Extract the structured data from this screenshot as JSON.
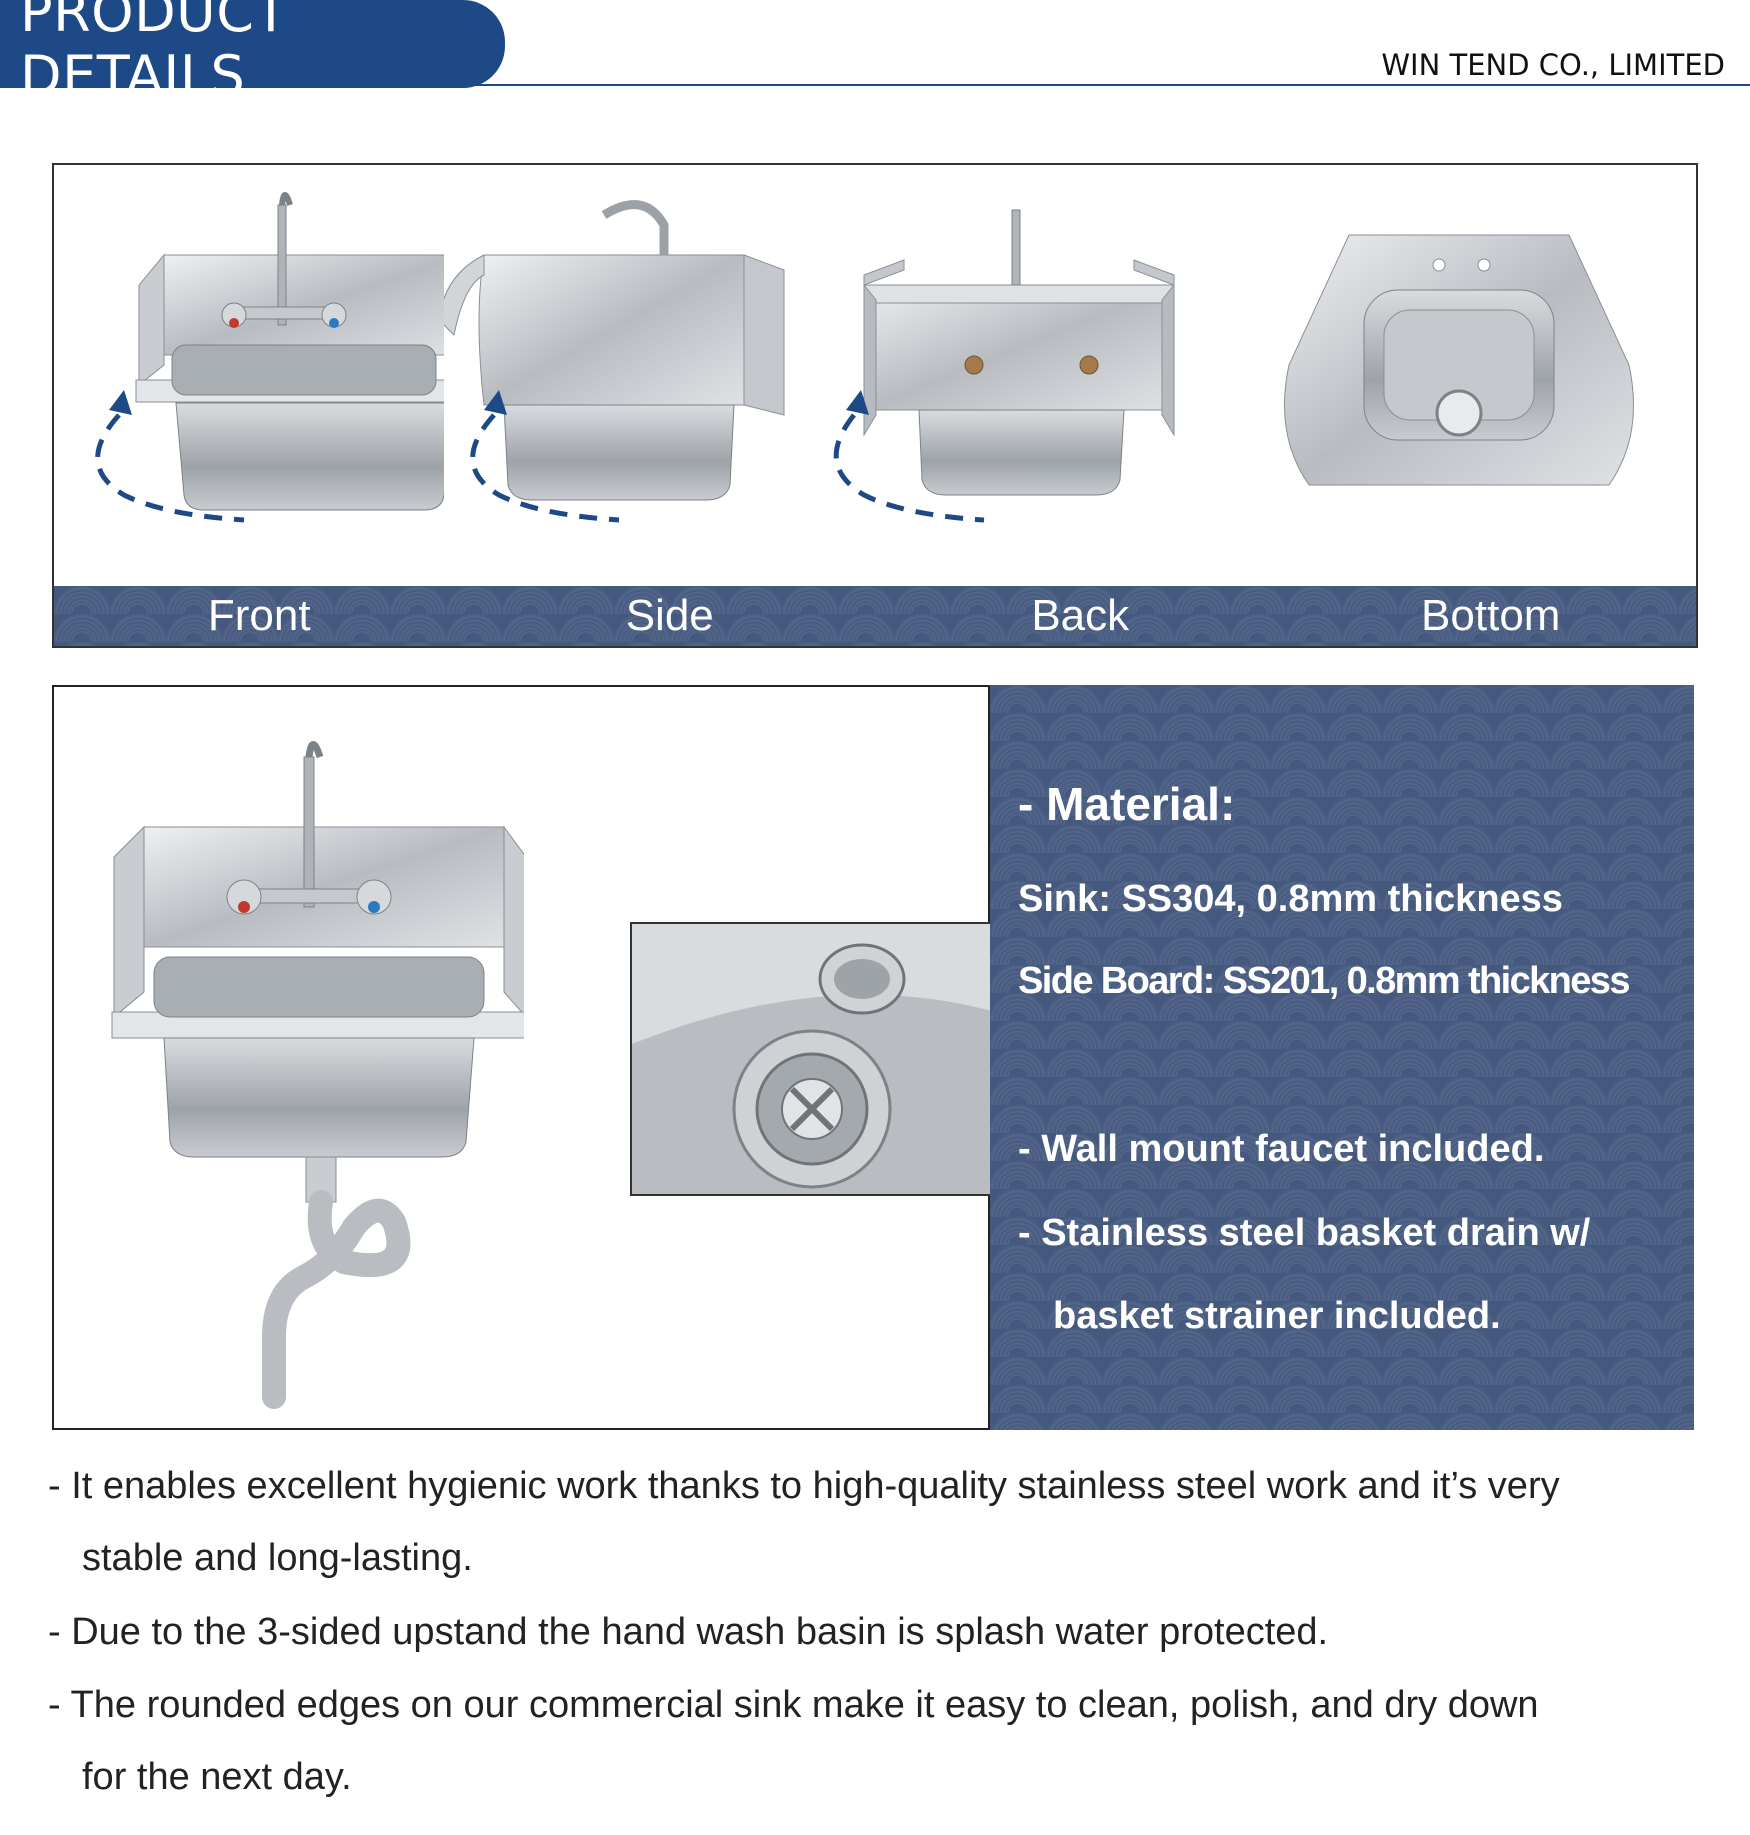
{
  "header": {
    "title": "PRODUCT DETAILS",
    "company": "WIN TEND CO., LIMITED"
  },
  "views": {
    "labels": [
      "Front",
      "Side",
      "Back",
      "Bottom"
    ]
  },
  "specs": {
    "material_heading": "- Material:",
    "sink": "Sink: SS304, 0.8mm thickness",
    "side_board": "Side Board: SS201, 0.8mm thickness",
    "faucet": "- Wall mount faucet included.",
    "drain_line1": "- Stainless steel basket drain w/",
    "drain_line2": "basket strainer included."
  },
  "bullets": [
    {
      "line1": "- It enables excellent hygienic work thanks to high-quality stainless steel work and it’s very",
      "line2": "stable and long-lasting."
    },
    {
      "line1": "- Due to the 3-sided upstand the hand wash basin is splash water protected."
    },
    {
      "line1": "- The rounded edges on our commercial sink make it easy to clean, polish, and dry down",
      "line2": "for the next day."
    }
  ],
  "colors": {
    "brand_blue": "#1d4a86",
    "panel_navy": "#45587d"
  }
}
